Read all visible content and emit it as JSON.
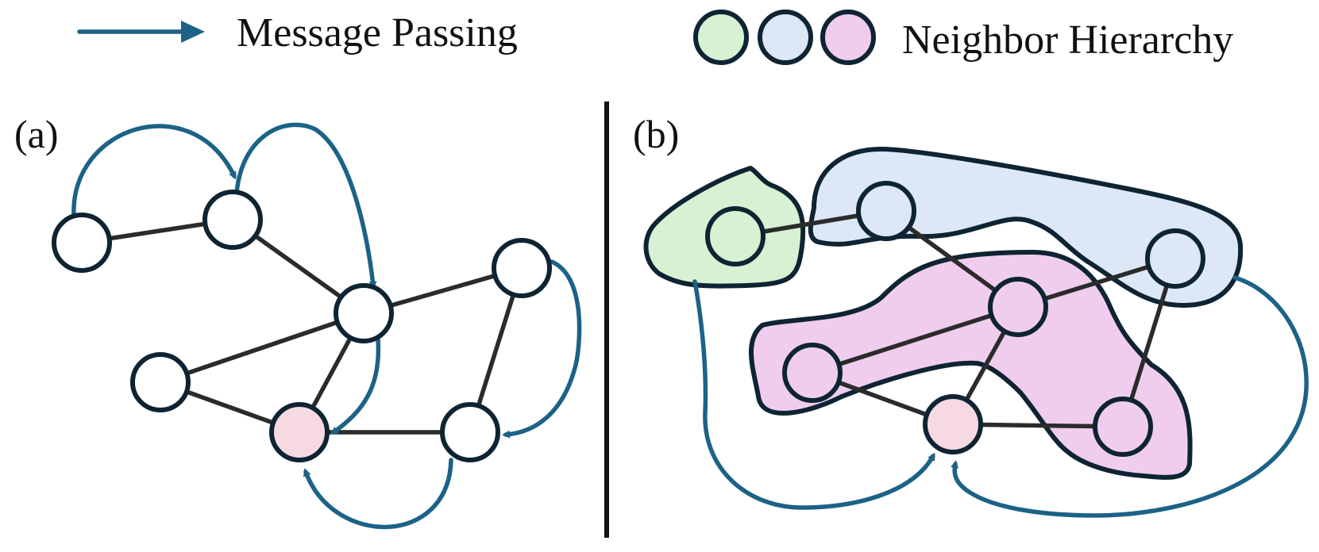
{
  "legend": {
    "message_passing_label": "Message Passing",
    "neighbor_hierarchy_label": "Neighbor Hierarchy"
  },
  "panels": {
    "a_label": "(a)",
    "b_label": "(b)"
  },
  "colors": {
    "message_arrow": "#1c6287",
    "edge": "#2b2b2b",
    "node_outline": "#0f2433",
    "node_default": "#ffffff",
    "target_node": "#f7d9e1",
    "hierarchy_level_1": "#d7f1d3",
    "hierarchy_level_2": "#dce8f6",
    "hierarchy_level_3": "#f0cdee"
  }
}
